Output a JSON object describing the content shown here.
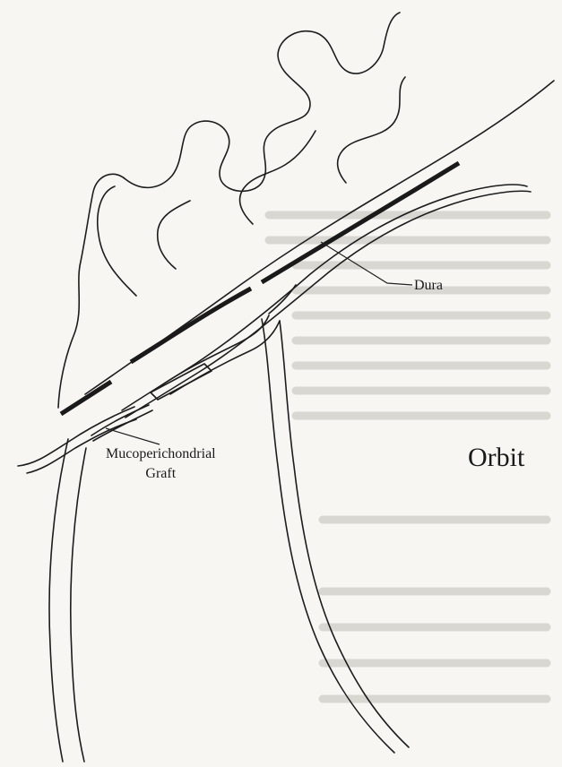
{
  "labels": {
    "dura": "Dura",
    "graft_line1": "Mucoperichondrial",
    "graft_line2": "Graft",
    "orbit": "Orbit"
  },
  "colors": {
    "ink": "#1d1d1d",
    "paper": "#f7f6f3"
  }
}
